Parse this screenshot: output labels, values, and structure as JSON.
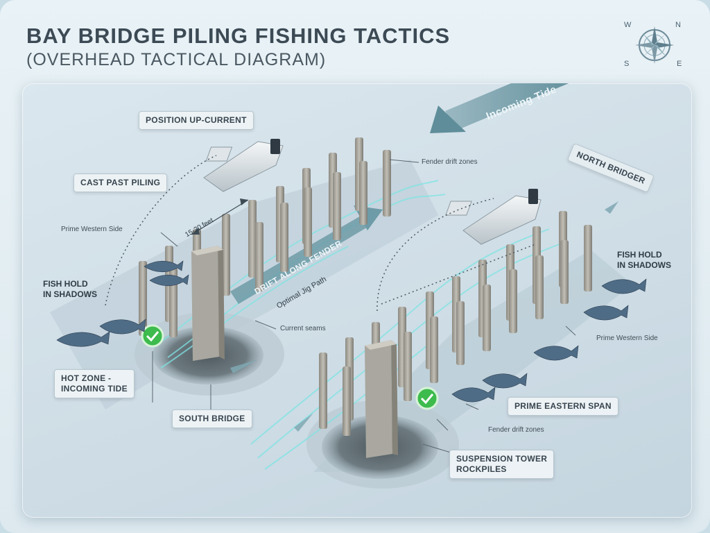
{
  "header": {
    "title": "BAY BRIDGE PILING FISHING TACTICS",
    "subtitle": "(OVERHEAD TACTICAL DIAGRAM)"
  },
  "compass": {
    "n": "N",
    "s": "S",
    "e": "E",
    "w": "W"
  },
  "labels": {
    "position_up_current": "POSITION UP-CURRENT",
    "cast_past_piling": "CAST PAST PILING",
    "prime_western_side_left": "Prime Western Side",
    "distance": "15-20 feet",
    "fish_hold_left_1": "FISH HOLD",
    "fish_hold_left_2": "IN SHADOWS",
    "hot_zone_1": "HOT ZONE -",
    "hot_zone_2": "INCOMING TIDE",
    "south_bridge": "SOUTH BRIDGE",
    "current_seams": "Current seams",
    "drift_along_fender": "DRIFT ALONG FENDER",
    "optimal_jig_path": "Optimal Jig Path",
    "incoming_tide": "Incoming Tide",
    "fender_drift_top": "Fender drift zones",
    "north_bridge": "NORTH BRIDGER",
    "fish_hold_right_1": "FISH HOLD",
    "fish_hold_right_2": "IN SHADOWS",
    "prime_western_side_right": "Prime Western Side",
    "prime_eastern_span": "PRIME EASTERN SPAN",
    "fender_drift_bottom": "Fender drift zones",
    "suspension_1": "SUSPENSION TOWER",
    "suspension_2": "ROCKPILES"
  },
  "colors": {
    "water": "#cfdde6",
    "tide_arrow": "#6f9aa6",
    "check_green": "#3dbb4c",
    "piling": "#a7a59d",
    "current_glow": "#7fe0e0"
  }
}
